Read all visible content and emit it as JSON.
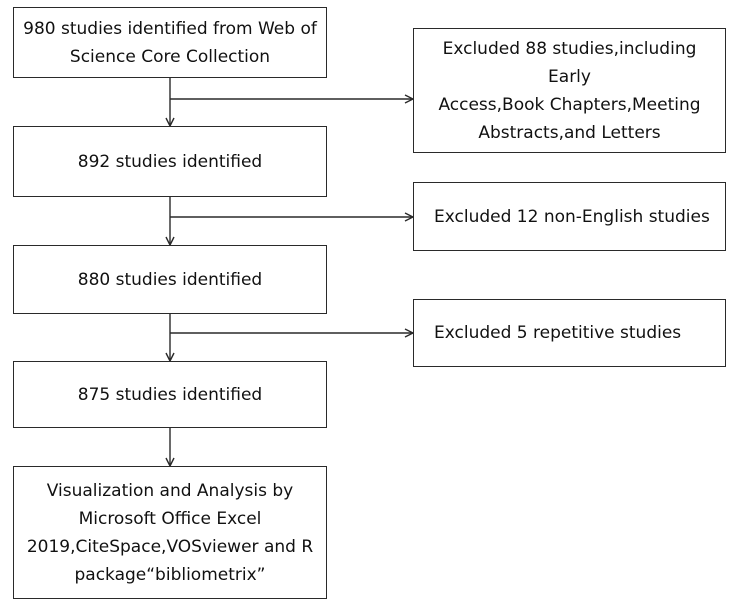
{
  "flowchart": {
    "main_steps": [
      "980 studies identified from Web of\nScience Core Collection",
      "892 studies identified",
      "880 studies identified",
      "875 studies identified",
      "Visualization and Analysis by\nMicrosoft Office Excel\n2019,CiteSpace,VOSviewer and R\npackage“bibliometrix”"
    ],
    "exclusions": [
      "Excluded 88 studies,including Early\nAccess,Book Chapters,Meeting\nAbstracts,and Letters",
      "Excluded 12 non-English studies",
      "Excluded 5 repetitive studies"
    ]
  },
  "colors": {
    "line": "#2a2a2a",
    "text": "#111111",
    "background": "#ffffff"
  }
}
